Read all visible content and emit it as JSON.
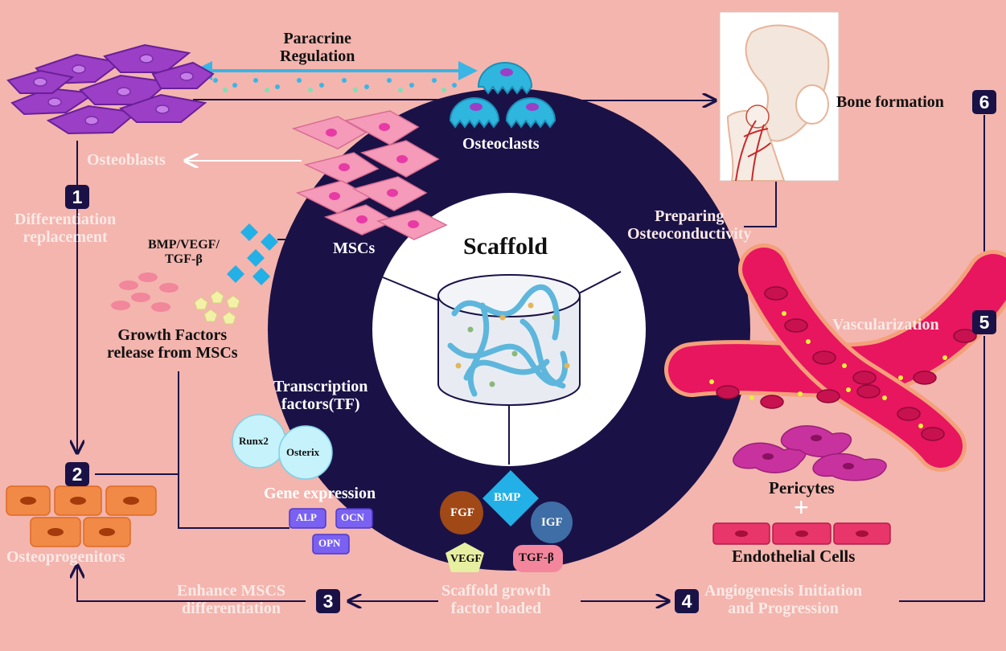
{
  "colors": {
    "background": "#f3b5ae",
    "center_circle": "#1a1247",
    "arrow": "#1a1247",
    "white_arrow": "#ffffff",
    "osteoblast": "#9b3fc6",
    "osteoclast": "#2fb6de",
    "msc": "#f59ab8",
    "vessel": "#e8155f",
    "pericyte": "#c8329e",
    "osteoprogenitor": "#f08a46"
  },
  "labels": {
    "paracrine": "Paracrine\nRegulation",
    "osteoclasts": "Osteoclasts",
    "osteoblasts": "Osteoblasts",
    "differentiation": "Differentiation\nreplacement",
    "bmp_vegf": "BMP/VEGF/\nTGF-β",
    "mscs": "MSCs",
    "growth_factors": "Growth Factors\nrelease from MSCs",
    "transcription": "Transcription\nfactors(TF)",
    "gene_expression": "Gene expression",
    "scaffold": "Scaffold",
    "preparing": "Preparing\nOsteoconductivity",
    "bone_formation": "Bone formation",
    "vascularization": "Vascularization",
    "pericytes": "Pericytes",
    "plus": "+",
    "endothelial": "Endothelial Cells",
    "osteoprogenitors": "Osteoprogenitors",
    "enhance": "Enhance MSCS\ndifferentiation",
    "scaffold_gf": "Scaffold growth\nfactor loaded",
    "angiogenesis": "Angiogenesis Initiation\nand Progression"
  },
  "tf_circles": [
    "Runx2",
    "Osterix"
  ],
  "genes": [
    "ALP",
    "OCN",
    "OPN"
  ],
  "scaffold_factors": [
    "BMP",
    "FGF",
    "IGF",
    "VEGF",
    "TGF-β"
  ],
  "steps": [
    "1",
    "2",
    "3",
    "4",
    "5",
    "6"
  ]
}
